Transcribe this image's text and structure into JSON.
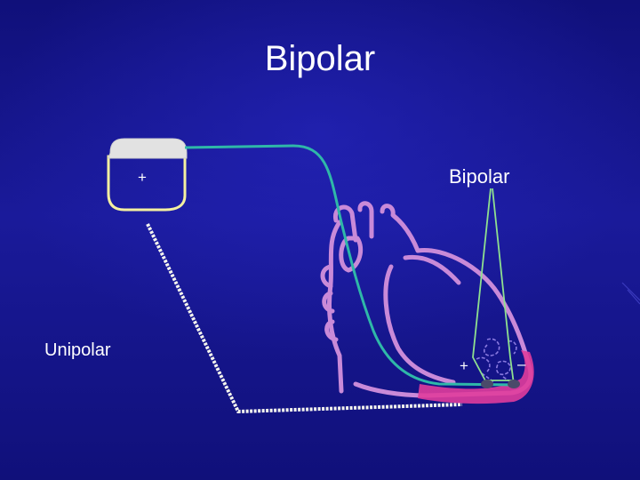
{
  "slide": {
    "title": "Bipolar",
    "bipolar_label": "Bipolar",
    "unipolar_label": "Unipolar",
    "can_polarity": "+",
    "tip_positive": "+",
    "tip_negative": "–"
  },
  "colors": {
    "background": "#12127e",
    "lead": "#2fb8a8",
    "bipolar_field": "#8fe08f",
    "unipolar_path": "#f4f4ee",
    "heart_outline": "#c98ad8",
    "myocardium": "#e03c9c",
    "pacemaker_header": "#e2e2e2",
    "pacemaker_body": "#f4f0a0"
  },
  "icons": [
    "pacemaker-can-icon",
    "heart-icon",
    "electrode-icon"
  ]
}
